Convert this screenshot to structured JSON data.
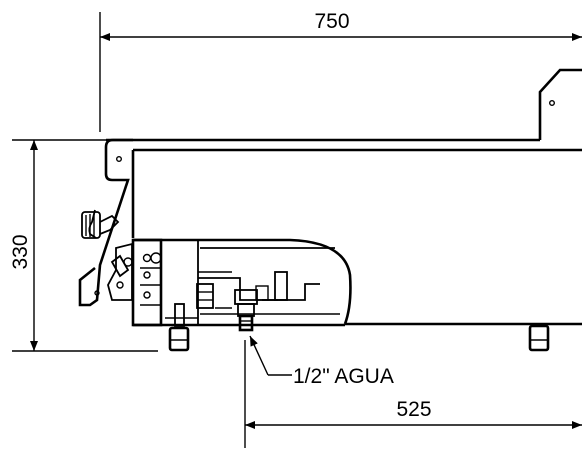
{
  "drawing": {
    "dimensions": {
      "overall_length": "750",
      "height": "330",
      "water_offset": "525"
    },
    "annotations": {
      "water_inlet": "1/2\" AGUA"
    }
  }
}
